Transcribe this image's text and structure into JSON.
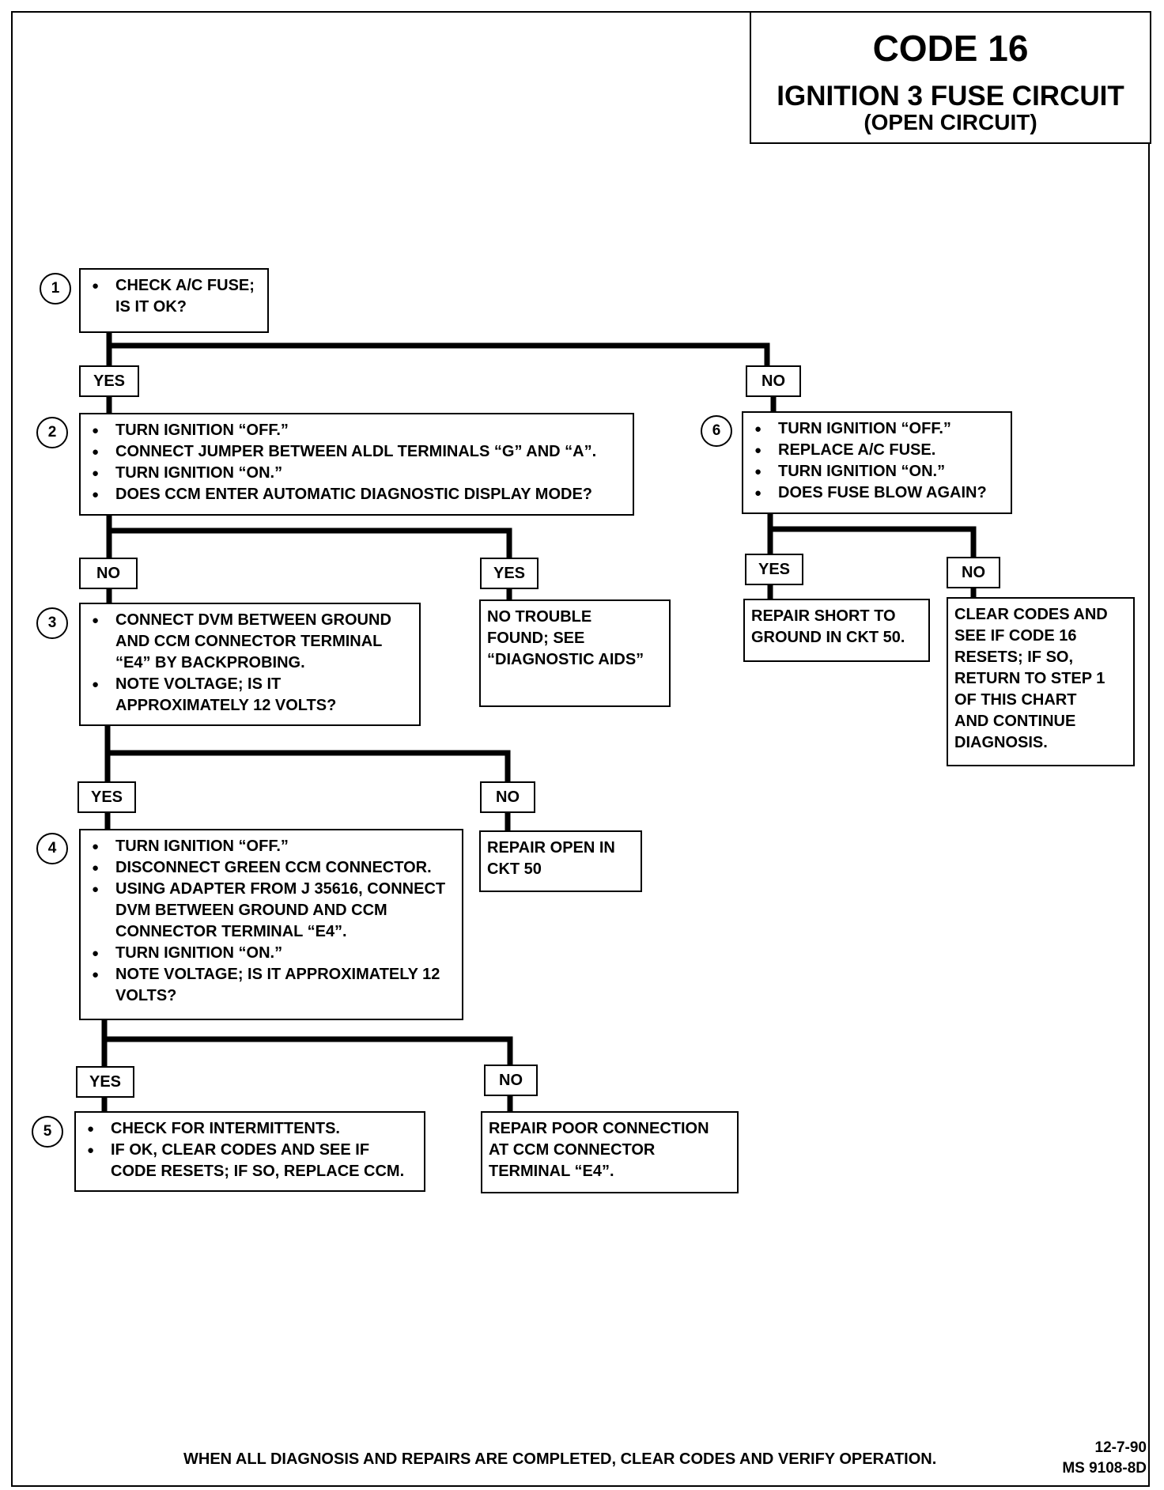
{
  "title": {
    "code": "CODE 16",
    "subtitle": "IGNITION 3 FUSE CIRCUIT",
    "subtitle2": "(OPEN CIRCUIT)"
  },
  "steps": {
    "s1": {
      "num": "1",
      "items": [
        "CHECK A/C FUSE;\nIS IT OK?"
      ]
    },
    "s2": {
      "num": "2",
      "items": [
        "TURN IGNITION “OFF.”",
        "CONNECT JUMPER BETWEEN ALDL TERMINALS “G” AND “A”.",
        "TURN IGNITION “ON.”",
        "DOES CCM ENTER AUTOMATIC DIAGNOSTIC DISPLAY MODE?"
      ]
    },
    "s3": {
      "num": "3",
      "items": [
        "CONNECT DVM BETWEEN GROUND AND CCM CONNECTOR TERMINAL “E4” BY BACKPROBING.",
        "NOTE VOLTAGE; IS IT APPROXIMATELY 12 VOLTS?"
      ]
    },
    "s4": {
      "num": "4",
      "items": [
        "TURN IGNITION “OFF.”",
        "DISCONNECT GREEN CCM CONNECTOR.",
        "USING ADAPTER FROM J 35616, CONNECT DVM BETWEEN GROUND AND CCM CONNECTOR TERMINAL “E4”.",
        "TURN IGNITION “ON.”",
        "NOTE VOLTAGE; IS IT APPROXIMATELY 12 VOLTS?"
      ]
    },
    "s5": {
      "num": "5",
      "items": [
        "CHECK FOR INTERMITTENTS.",
        "IF OK, CLEAR CODES AND SEE IF CODE RESETS; IF SO, REPLACE CCM."
      ]
    },
    "s6": {
      "num": "6",
      "items": [
        "TURN IGNITION “OFF.”",
        "REPLACE A/C FUSE.",
        "TURN IGNITION “ON.”",
        "DOES FUSE BLOW AGAIN?"
      ]
    }
  },
  "results": {
    "no_trouble": "NO TROUBLE\nFOUND; SEE\n“DIAGNOSTIC AIDS”",
    "repair_open": "REPAIR OPEN IN\nCKT 50",
    "repair_poor": "REPAIR POOR CONNECTION\nAT CCM CONNECTOR\nTERMINAL “E4”.",
    "repair_short": "REPAIR SHORT TO\nGROUND IN CKT 50.",
    "clear_codes": "CLEAR CODES AND\nSEE IF CODE 16\nRESETS; IF SO,\nRETURN TO STEP 1\nOF THIS CHART\nAND CONTINUE\nDIAGNOSIS."
  },
  "labels": {
    "yes": "YES",
    "no": "NO"
  },
  "footer": {
    "note": "WHEN ALL DIAGNOSIS AND REPAIRS ARE COMPLETED, CLEAR CODES AND VERIFY OPERATION.",
    "date": "12-7-90",
    "doc_id": "MS 9108-8D"
  }
}
